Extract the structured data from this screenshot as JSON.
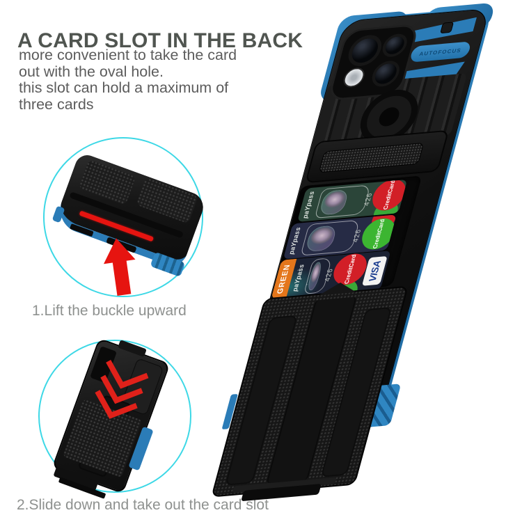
{
  "header": {
    "title": "A CARD SLOT IN THE BACK",
    "lines": [
      "more convenient to take the card",
      "out with the oval hole.",
      "this slot can hold a maximum of",
      "three cards"
    ]
  },
  "steps": [
    {
      "label": "1.Lift the buckle upward"
    },
    {
      "label": "2.Slide down and take out the card slot"
    }
  ],
  "phone": {
    "autofocus_label": "AUTOFOCUS",
    "cards": [
      {
        "pass_label": "paYpass",
        "number": "426",
        "brand": "CreditCard",
        "body_color": "#2b4539",
        "badge_front": "#d21f27",
        "badge_back": "#3aa838"
      },
      {
        "pass_label": "paYpass",
        "number": "426",
        "brand": "CreditCard",
        "body_color": "#262b45",
        "badge_front": "#3cb531",
        "badge_back": "#d21f27"
      },
      {
        "pass_label": "paYpass",
        "number": "426",
        "brand": "CreditCard",
        "body_color": "#1b2133",
        "badge_front": "#d21f27",
        "badge_back": "#3aa838",
        "stripe_label": "GREEN",
        "stripe_color": "#e4761b",
        "visa_label": "VISA"
      }
    ]
  },
  "colors": {
    "accent_blue": "#2b7cb7",
    "circle_cyan": "#3dd8e6",
    "arrow_red": "#e61410",
    "title_color": "#505550",
    "text_color": "#5c5c5c",
    "caption_color": "#8e918f",
    "visa_blue": "#1a3c8f"
  }
}
